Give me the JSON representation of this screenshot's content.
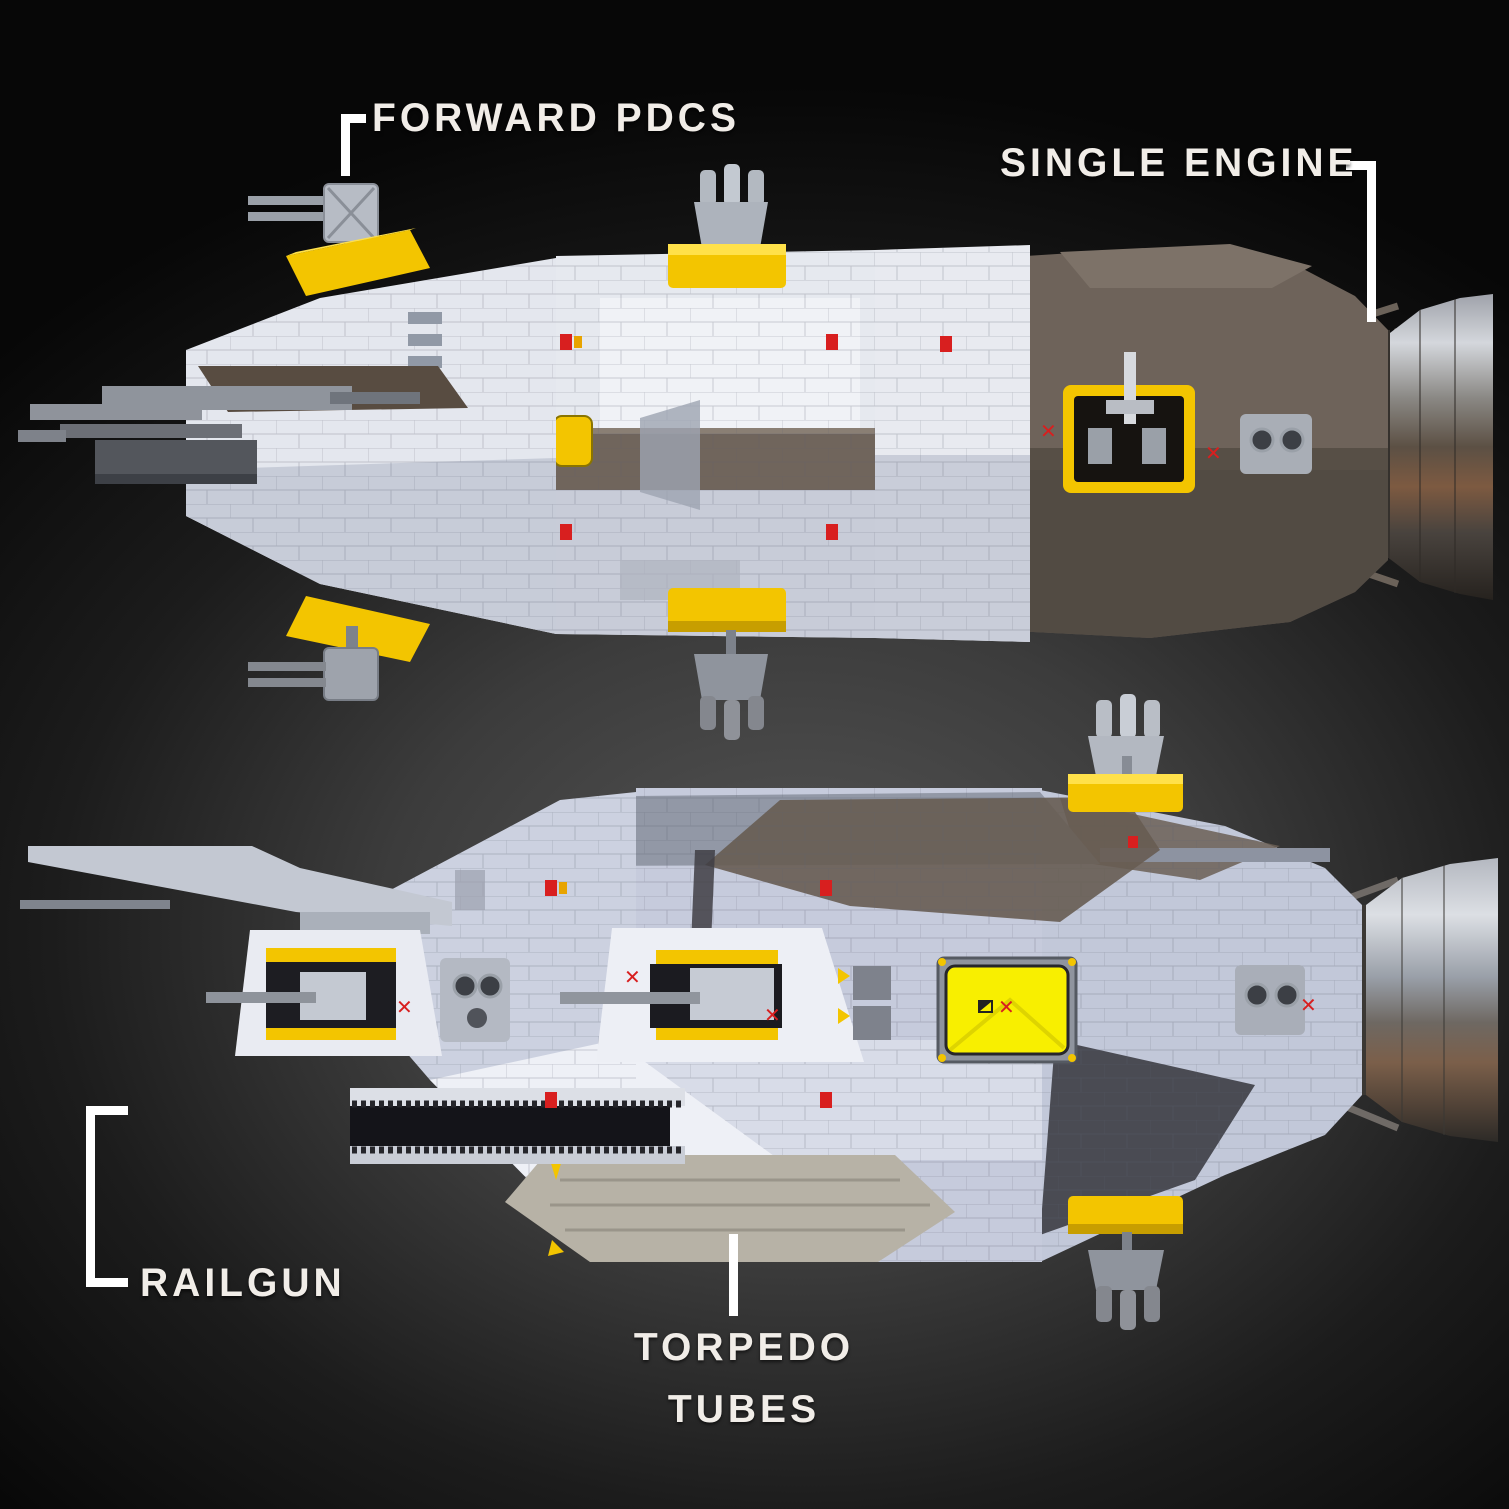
{
  "scene": {
    "description": "Two annotated orthographic views of a sci-fi corvette spaceship 3D render on a dark vignette background",
    "views": [
      "side profile (upper)",
      "top-down profile (lower)"
    ]
  },
  "labels": {
    "forward_pdcs": "FORWARD PDCS",
    "single_engine": "SINGLE ENGINE",
    "railgun": "RAILGUN",
    "torpedo_line1": "TORPEDO",
    "torpedo_line2": "TUBES"
  },
  "colors": {
    "label_text": "#f1ede8",
    "callout_line": "#ffffff",
    "accent_yellow": "#f3c500",
    "airlock_yellow": "#f8ef00",
    "warning_red": "#d81f1f",
    "hull_light": "#e8eaf1",
    "hull_blue": "#c6cbdc",
    "drive_brown": "#6e635a",
    "nozzle_metal": "#a8abb2",
    "background_center": "#555555",
    "background_edge": "#070707"
  }
}
